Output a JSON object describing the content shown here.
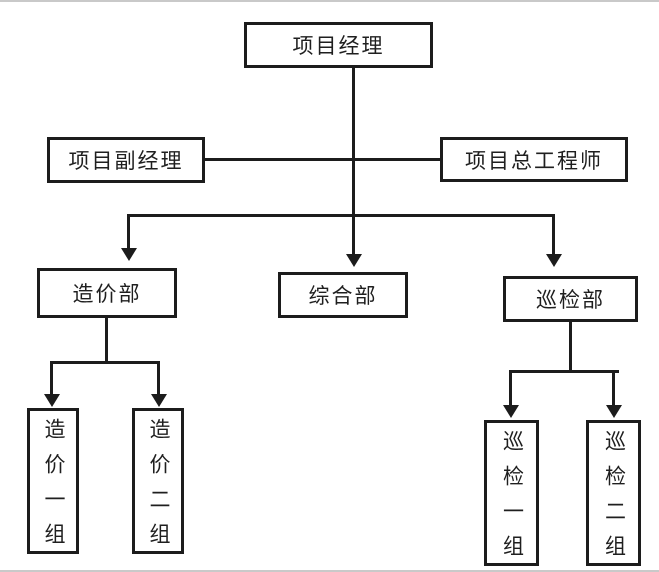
{
  "colors": {
    "line": "#1c1c1c",
    "box_border": "#1c1c1c",
    "background": "#ffffff",
    "frame_gray": "#c9c9c9",
    "text": "#1f1f1f"
  },
  "org_chart": {
    "nodes": {
      "project_manager": {
        "label": "项目经理"
      },
      "deputy_manager": {
        "label": "项目副经理"
      },
      "chief_engineer": {
        "label": "项目总工程师"
      },
      "cost_dept": {
        "label": "造价部"
      },
      "general_dept": {
        "label": "综合部"
      },
      "inspection_dept": {
        "label": "巡检部"
      },
      "cost_group_1": {
        "label": "造价一组"
      },
      "cost_group_2": {
        "label": "造价二组"
      },
      "inspection_group_1": {
        "label": "巡检一组"
      },
      "inspection_group_2": {
        "label": "巡检二组"
      }
    },
    "edges": [
      {
        "from": "project_manager",
        "to": "deputy_manager",
        "arrow": false
      },
      {
        "from": "project_manager",
        "to": "chief_engineer",
        "arrow": false
      },
      {
        "from": "project_manager",
        "to": "cost_dept",
        "arrow": true
      },
      {
        "from": "project_manager",
        "to": "general_dept",
        "arrow": true
      },
      {
        "from": "project_manager",
        "to": "inspection_dept",
        "arrow": true
      },
      {
        "from": "cost_dept",
        "to": "cost_group_1",
        "arrow": true
      },
      {
        "from": "cost_dept",
        "to": "cost_group_2",
        "arrow": true
      },
      {
        "from": "inspection_dept",
        "to": "inspection_group_1",
        "arrow": true
      },
      {
        "from": "inspection_dept",
        "to": "inspection_group_2",
        "arrow": true
      }
    ]
  }
}
